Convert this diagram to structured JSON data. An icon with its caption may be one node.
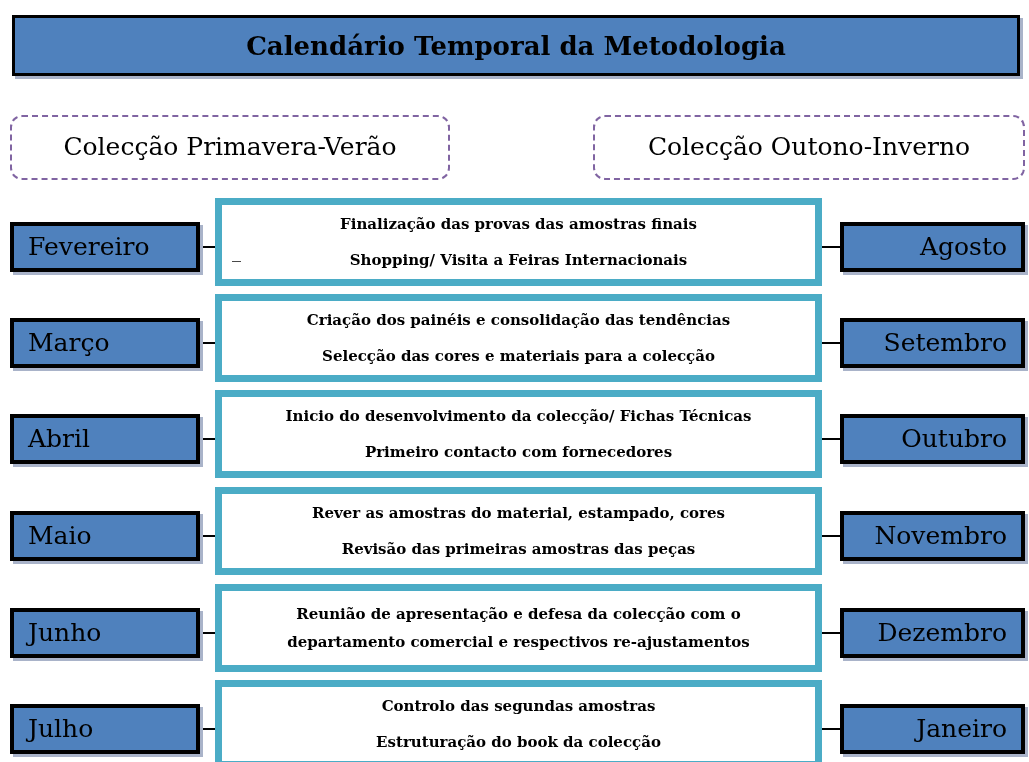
{
  "diagram": {
    "title": "Calendário Temporal da Metodologia",
    "nodes": [
      {
        "text": [
          "Colecção Primavera-Verão"
        ]
      },
      {
        "text": [
          "Colecção Outono-Inverno"
        ]
      },
      {
        "text": [
          "Fevereiro"
        ]
      },
      {
        "text": [
          "Finalização das provas das amostras finais",
          "Shopping/ Visita a Feiras Internacionais"
        ]
      },
      {
        "text": [
          "Agosto"
        ]
      },
      {
        "text": [
          "Março"
        ]
      },
      {
        "text": [
          "Criação dos painéis e consolidação das tendências",
          "Selecção das cores e materiais para a colecção"
        ]
      },
      {
        "text": [
          "Setembro"
        ]
      },
      {
        "text": [
          "Abril"
        ]
      },
      {
        "text": [
          "Inicio do desenvolvimento da colecção/ Fichas Técnicas",
          "Primeiro contacto com fornecedores"
        ]
      },
      {
        "text": [
          "Outubro"
        ]
      },
      {
        "text": [
          "Maio"
        ]
      },
      {
        "text": [
          "Rever as amostras do material, estampado, cores",
          "Revisão das primeiras amostras das peças"
        ]
      },
      {
        "text": [
          "Novembro"
        ]
      },
      {
        "text": [
          "Junho"
        ]
      },
      {
        "text": [
          "Reunião de apresentação e defesa da colecção com o departamento comercial e respectivos re-ajustamentos"
        ]
      },
      {
        "text": [
          "Dezembro"
        ]
      },
      {
        "text": [
          "Julho"
        ]
      },
      {
        "text": [
          "Controlo das segundas amostras",
          "Estruturação do book da colecção"
        ]
      },
      {
        "text": [
          "Janeiro"
        ]
      }
    ],
    "edges": [
      {
        "from": 2,
        "to": 3,
        "arrow": "none"
      },
      {
        "from": 3,
        "to": 4,
        "arrow": "none"
      },
      {
        "from": 5,
        "to": 6,
        "arrow": "none"
      },
      {
        "from": 6,
        "to": 7,
        "arrow": "none"
      },
      {
        "from": 8,
        "to": 9,
        "arrow": "none"
      },
      {
        "from": 9,
        "to": 10,
        "arrow": "none"
      },
      {
        "from": 11,
        "to": 12,
        "arrow": "none"
      },
      {
        "from": 12,
        "to": 13,
        "arrow": "none"
      },
      {
        "from": 14,
        "to": 15,
        "arrow": "none"
      },
      {
        "from": 15,
        "to": 16,
        "arrow": "none"
      },
      {
        "from": 17,
        "to": 18,
        "arrow": "none"
      },
      {
        "from": 18,
        "to": 19,
        "arrow": "none"
      }
    ],
    "labels": [
      "_"
    ]
  }
}
